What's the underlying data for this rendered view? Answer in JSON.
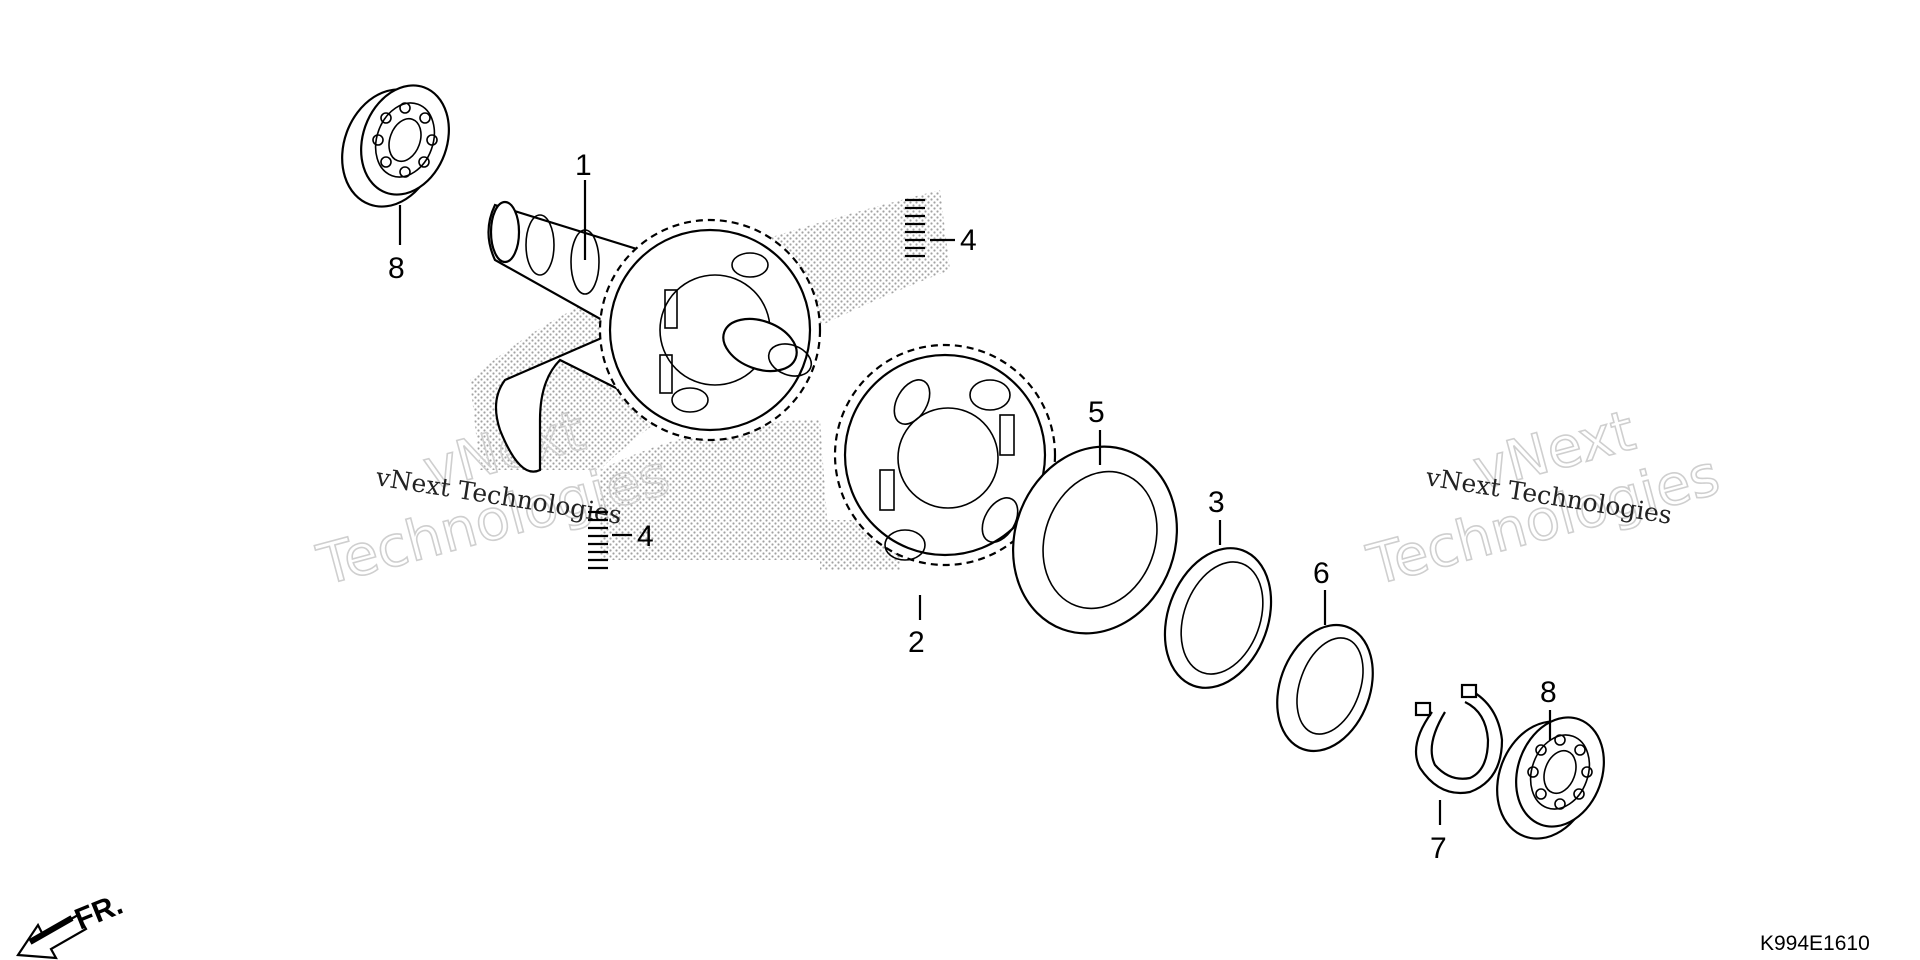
{
  "diagram": {
    "part_code": "K994E1610",
    "direction_label": "FR.",
    "watermark": {
      "line_small": "vNext Technologies",
      "line_big_top": "vNext",
      "line_big_bottom": "Technologies"
    },
    "callouts": [
      {
        "id": "1",
        "part": "balancer-shaft"
      },
      {
        "id": "2",
        "part": "balancer-driven-gear"
      },
      {
        "id": "3",
        "part": "washer"
      },
      {
        "id": "4",
        "part": "spring"
      },
      {
        "id": "4",
        "part": "spring"
      },
      {
        "id": "5",
        "part": "washer"
      },
      {
        "id": "6",
        "part": "washer"
      },
      {
        "id": "7",
        "part": "circlip"
      },
      {
        "id": "8",
        "part": "ball-bearing"
      },
      {
        "id": "8",
        "part": "ball-bearing"
      }
    ]
  }
}
